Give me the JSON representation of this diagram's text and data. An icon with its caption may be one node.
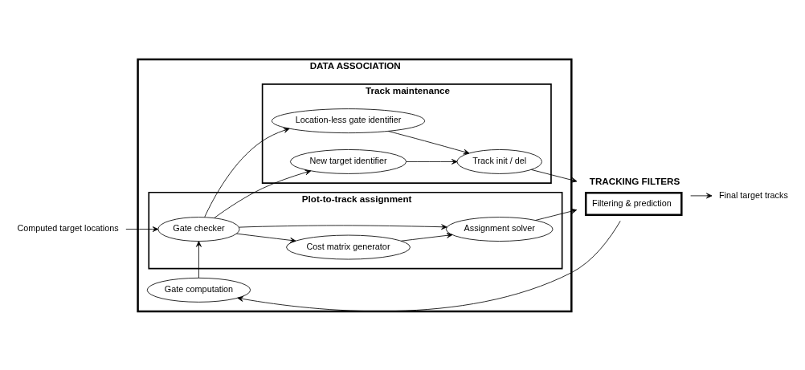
{
  "diagram": {
    "nodes": [
      {
        "text": [
          "DATA ASSOCIATION"
        ]
      },
      {
        "text": [
          "Track maintenance"
        ],
        "in": 0
      },
      {
        "text": [
          "Location-less gate identifier"
        ],
        "in": 1
      },
      {
        "text": [
          "New target identifier"
        ],
        "in": 1
      },
      {
        "text": [
          "Track init / del"
        ],
        "in": 1
      },
      {
        "text": [
          "Plot-to-track assignment"
        ],
        "in": 0
      },
      {
        "text": [
          "Gate checker"
        ],
        "in": 5
      },
      {
        "text": [
          "Cost matrix generator"
        ],
        "in": 5
      },
      {
        "text": [
          "Assignment solver"
        ],
        "in": 5
      },
      {
        "text": [
          "Gate computation"
        ],
        "in": 0
      },
      {
        "text": [
          "Computed target locations"
        ]
      },
      {
        "text": [
          "TRACKING FILTERS",
          "Filtering & prediction"
        ]
      },
      {
        "text": [
          "Final target tracks"
        ]
      }
    ],
    "edges": [
      {
        "from": 10,
        "to": 6,
        "arrow": "to"
      },
      {
        "from": 6,
        "to": 7,
        "arrow": "to"
      },
      {
        "from": 7,
        "to": 8,
        "arrow": "to"
      },
      {
        "from": 6,
        "to": 8,
        "arrow": "to"
      },
      {
        "from": 6,
        "to": 2,
        "arrow": "to"
      },
      {
        "from": 6,
        "to": 3,
        "arrow": "to"
      },
      {
        "from": 2,
        "to": 4,
        "arrow": "to"
      },
      {
        "from": 3,
        "to": 4,
        "arrow": "to"
      },
      {
        "from": 4,
        "to": 11,
        "arrow": "to"
      },
      {
        "from": 8,
        "to": 11,
        "arrow": "to"
      },
      {
        "from": 11,
        "to": 9,
        "arrow": "to"
      },
      {
        "from": 9,
        "to": 6,
        "arrow": "to"
      },
      {
        "from": 11,
        "to": 12,
        "arrow": "to"
      }
    ]
  }
}
